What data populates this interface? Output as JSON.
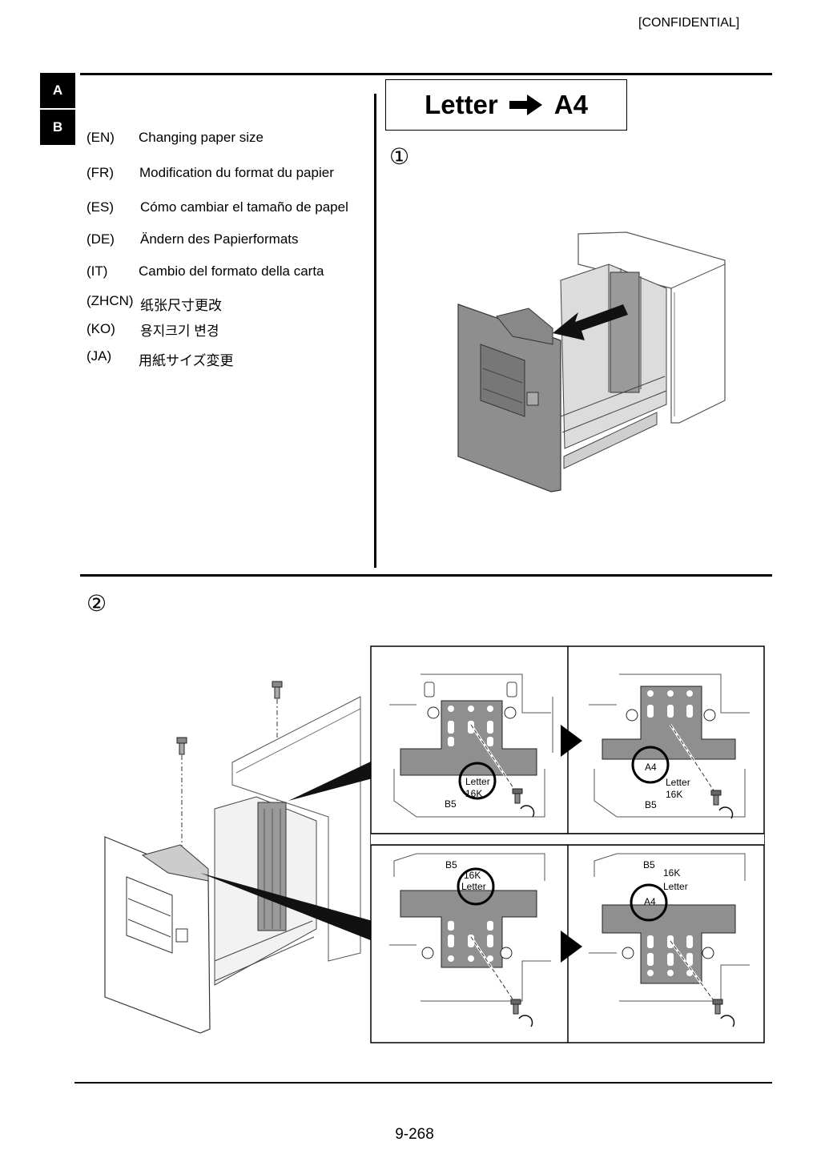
{
  "header": {
    "confidential": "[CONFIDENTIAL]"
  },
  "tabs": [
    {
      "label": "A"
    },
    {
      "label": "B"
    }
  ],
  "languages": [
    {
      "code": "(EN)",
      "text": "Changing paper size"
    },
    {
      "code": "(FR)",
      "text": "Modification du format du papier"
    },
    {
      "code": "(ES)",
      "text": "Cómo cambiar el tamaño de papel"
    },
    {
      "code": "(DE)",
      "text": "Ändern des Papierformats"
    },
    {
      "code": "(IT)",
      "text": "Cambio del formato della carta"
    },
    {
      "code": "(ZHCN)",
      "text": "纸张尺寸更改"
    },
    {
      "code": "(KO)",
      "text": "용지크기 변경"
    },
    {
      "code": "(JA)",
      "text": "用紙サイズ変更"
    }
  ],
  "title": {
    "from": "Letter",
    "to": "A4"
  },
  "steps": {
    "one": "①",
    "two": "②"
  },
  "labels": {
    "letter": "Letter",
    "a4": "A4",
    "b5": "B5",
    "k16": "16K"
  },
  "footer": {
    "page": "9-268"
  }
}
